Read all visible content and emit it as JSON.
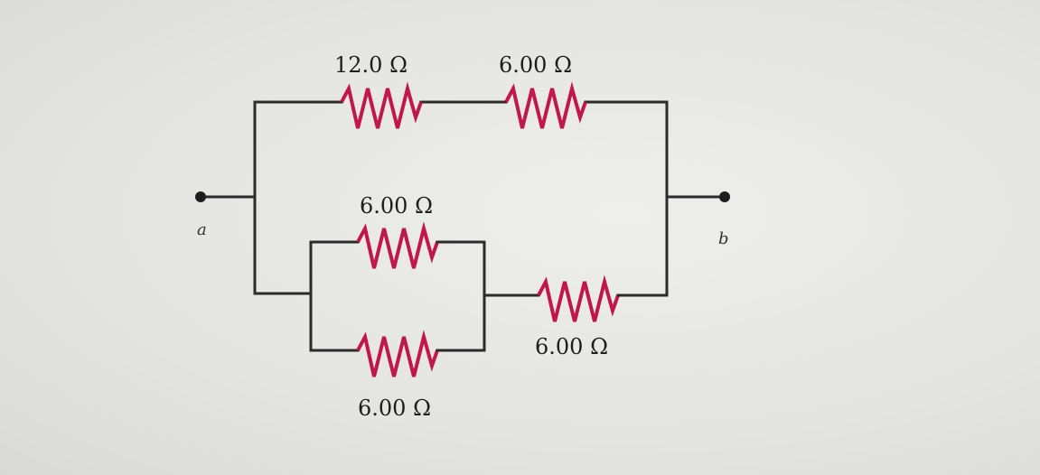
{
  "circuit": {
    "terminals": {
      "a": "a",
      "b": "b"
    },
    "resistors": {
      "top_left": "12.0 Ω",
      "top_right": "6.00 Ω",
      "middle_upper": "6.00 Ω",
      "middle_lower": "6.00 Ω",
      "bottom_right": "6.00 Ω"
    },
    "colors": {
      "wire": "#2b2b2b",
      "resistor": "#c0184c"
    }
  }
}
